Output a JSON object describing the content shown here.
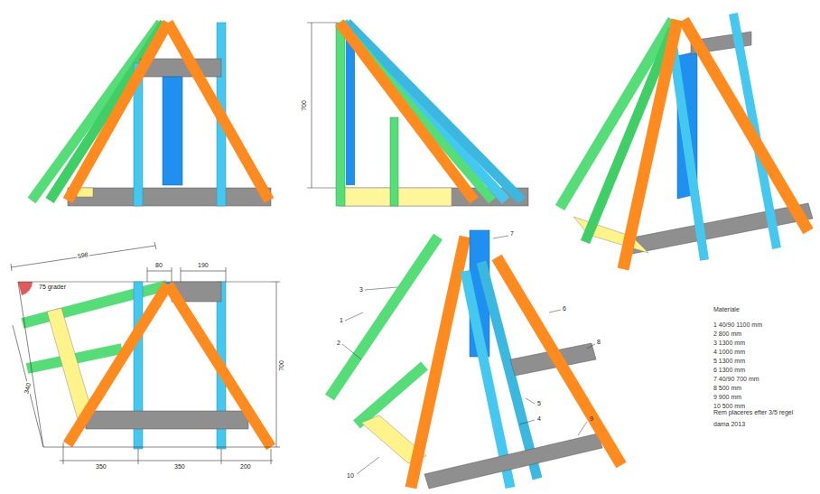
{
  "diagram": {
    "labels": [
      "700",
      "598",
      "80",
      "190",
      "75 grader",
      "700",
      "340",
      "350",
      "350",
      "200",
      "7",
      "3",
      "1",
      "2",
      "6",
      "8",
      "5",
      "4",
      "9",
      "10",
      "Materiale",
      "1 40/90 1100 mm",
      "2 800 mm",
      "3 1300 mm",
      "4 1000 mm",
      "5 1300 mm",
      "6 1300 mm",
      "7 40/90 700 mm",
      "8 500 mm",
      "9 900 mm",
      "10 500 mm",
      "Rem placeres efter 3/5 regel",
      "dama 2013"
    ]
  }
}
